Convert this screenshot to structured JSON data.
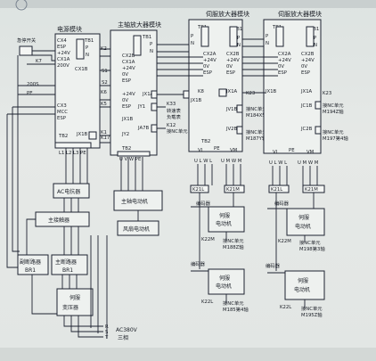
{
  "header": {
    "electric_module": "电源模块",
    "spindle_amp": "主轴放大器模块",
    "servo_amp_1": "伺服放大器模块",
    "servo_amp_2": "伺服放大器模块"
  },
  "left_labels": {
    "estop": "急停开关",
    "cx4": "CX4",
    "esp": "ESP",
    "p24": "+24V",
    "k7": "K7",
    "cx1a": "CX1A",
    "v200": "200V",
    "v200s": "200S",
    "pe": "PE",
    "cx3": "CX3",
    "mcc": "MCC",
    "esp2": "ESP",
    "tb2": "TB2",
    "l1l2l3pe": "L1 L2 L3 PE",
    "jx1b": "JX1B"
  },
  "power_module": {
    "tb1": "TB1",
    "p": "P",
    "n": "N",
    "k2": "K2",
    "cx1b": "CX1B",
    "s1": "S1",
    "s2": "S2",
    "p24v": "+24V",
    "v0": "0V",
    "k6": "K6",
    "k5": "K5",
    "esp": "ESP",
    "jx1b": "JX1B",
    "k1": "K1",
    "k17": "K17",
    "jy2": "JY2",
    "jx1a": "JX1A",
    "cx1a": "CX1A",
    "cx2b": "CX2B"
  },
  "spindle_module": {
    "tb1": "TB1",
    "p": "P",
    "n": "N",
    "cx1a": "CX1A",
    "cx2b": "CX2B",
    "p24v": "+24V",
    "v0": "0V",
    "esp": "ESP",
    "jx1b": "JX1B",
    "jy1": "JY1",
    "ja7b": "JA7B",
    "k33": "K33",
    "k12": "K12",
    "load_meter": "负载表",
    "speed_meter": "转速表",
    "to_nc": "接NC单元",
    "tb2": "TB2",
    "uvwpe": "U  V  W  PE",
    "motor": "主轴电动机",
    "fan_motor": "风扇电动机"
  },
  "servo1": {
    "tb1": "TB1",
    "p": "P",
    "n": "N",
    "cx2a": "CX2A",
    "cx2b": "CX2B",
    "p24v": "+24V",
    "v0": "0V",
    "esp": "ESP",
    "k8": "K8",
    "jx1b": "JX1B",
    "jx1a": "JX1A",
    "k23": "K23",
    "jv1b": "JV1B",
    "to_nc_a": "接NC单元",
    "m184": "M184X轴",
    "jv2b": "JV2B",
    "to_nc_b": "接NC单元",
    "m187": "M187Y轴",
    "tb2": "TB2",
    "vl": "VL",
    "pe": "PE",
    "vm": "VM",
    "uvw": "U L W L",
    "uvwm": "U M W M",
    "k21l": "K21L",
    "k21m": "K21M",
    "encoder1": "编码器",
    "motor1": "伺服",
    "motor1b": "电动机",
    "k22m": "K22M",
    "to_nc_c": "接NC单元",
    "m188": "M188Z轴",
    "encoder2": "编码器",
    "motor2": "伺服",
    "motor2b": "电动机",
    "k22l": "K22L",
    "to_nc_d": "接NC单元",
    "m185": "M185第4轴"
  },
  "servo2": {
    "tb1": "TB1",
    "p": "P",
    "n": "N",
    "cx2a": "CX2A",
    "cx2b": "CX2B",
    "p24v": "+24V",
    "v0": "0V",
    "esp": "ESP",
    "jx1b": "JX1B",
    "jx1a": "JX1A",
    "k23": "K23",
    "jc1b": "JC1B",
    "jc2b": "JC2B",
    "to_nc_a": "接NC单元",
    "m194": "M194Z轴",
    "to_nc_b": "接NC单元",
    "m197": "M197第4轴",
    "vl": "VL",
    "pe": "PE",
    "vm": "VM",
    "uvw": "U L W L",
    "uvwm": "U M W M",
    "k21l": "K21L",
    "k21m": "K21M",
    "encoder1": "编码器",
    "motor1": "伺服",
    "motor1b": "电动机",
    "k22m": "K22M",
    "to_nc_c": "接NC单元",
    "m198": "M198第3轴",
    "encoder2": "编码器",
    "motor2": "伺服",
    "motor2b": "电动机",
    "k22l": "K22L",
    "to_nc_d": "接NC单元",
    "m195": "M195Z轴"
  },
  "lower_left": {
    "ac_reactor": "AC电抗器",
    "main_contactor": "主接触器",
    "aux_breaker": "副断路器",
    "br1": "BR1",
    "main_breaker": "主断路器",
    "br1b": "BR1",
    "servo_transformer": "伺服",
    "transformer": "变压器",
    "r": "R",
    "s": "S",
    "t": "T",
    "ac380": "AC380V",
    "three_phase": "三相"
  }
}
